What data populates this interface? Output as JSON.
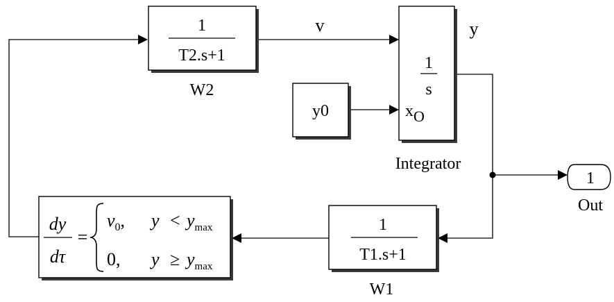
{
  "blocks": {
    "w2": {
      "numerator": "1",
      "denominator": "T2.s+1",
      "caption": "W2"
    },
    "integrator": {
      "numerator": "1",
      "denominator": "s",
      "ic_port": "x",
      "ic_port_sub": "O",
      "caption": "Integrator"
    },
    "y0": {
      "label": "y0"
    },
    "w1": {
      "numerator": "1",
      "denominator": "T1.s+1",
      "caption": "W1"
    },
    "out": {
      "number": "1",
      "caption": "Out"
    },
    "switch": {
      "lhs_num": "dy",
      "lhs_den": "dτ",
      "equals": "=",
      "case1_value": "v",
      "case1_value_sub": "0",
      "case1_sep": ",",
      "case1_cond_var": "y",
      "case1_cond_op": "<",
      "case1_cond_rhs": "y",
      "case1_cond_rhs_sub": "max",
      "case2_value": "0",
      "case2_sep": ",",
      "case2_cond_var": "y",
      "case2_cond_op": "≥",
      "case2_cond_rhs": "y",
      "case2_cond_rhs_sub": "max"
    }
  },
  "signals": {
    "v": "v",
    "y": "y"
  }
}
